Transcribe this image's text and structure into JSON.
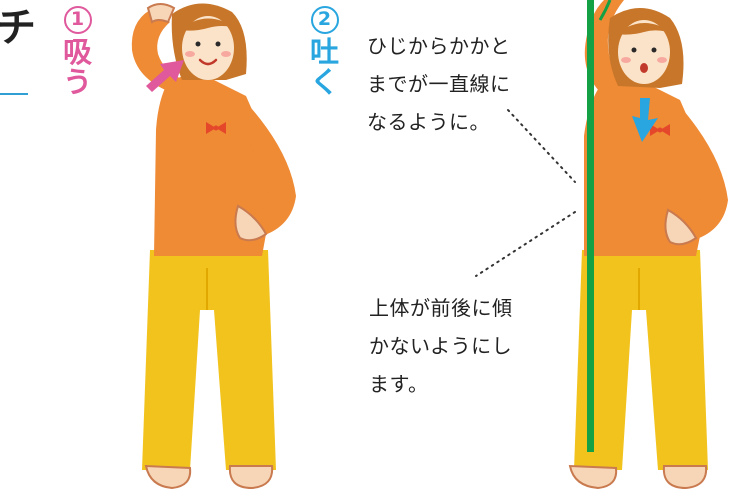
{
  "left_partial_title": "チ",
  "step1": {
    "number": "1",
    "label": "吸う",
    "chars": [
      "吸",
      "う"
    ]
  },
  "step2": {
    "number": "2",
    "label": "吐く",
    "chars": [
      "吐",
      "く"
    ]
  },
  "note_elbow": "ひじからかかと\nまでが一直線に\nなるように。",
  "note_upper_body": "上体が前後に傾\nかないようにし\nます。",
  "colors": {
    "inhale_pink": "#e0599d",
    "exhale_blue": "#29a6df",
    "shirt_orange": "#ef8a35",
    "pants_yellow": "#f2c31d",
    "guide_line_green": "#14a045",
    "accent_rule": "#2f9fd4"
  },
  "icons": {
    "figure1": "woman-stretch-figure",
    "figure2": "woman-side-stretch-figure",
    "arrow1": "pink-arrow-icon",
    "arrow2": "blue-arrow-icon"
  }
}
